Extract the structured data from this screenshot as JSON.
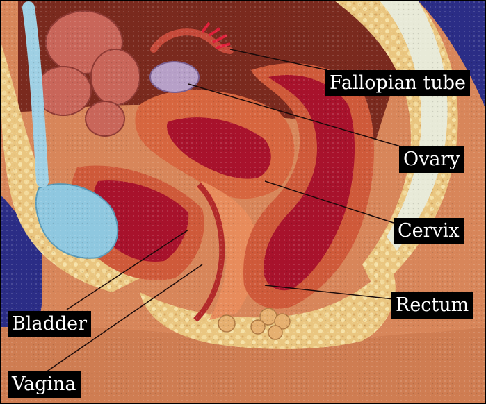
{
  "labels": {
    "fallopian_tube": "Fallopian tube",
    "ovary": "Ovary",
    "cervix": "Cervix",
    "rectum": "Rectum",
    "bladder": "Bladder",
    "vagina": "Vagina"
  },
  "colors": {
    "background_blue": "#2b2d86",
    "skin": "#d8865a",
    "fat": "#e8c07a",
    "muscle": "#c8563a",
    "lining": "#a8122c",
    "bladder_fluid": "#8fc8e0"
  }
}
